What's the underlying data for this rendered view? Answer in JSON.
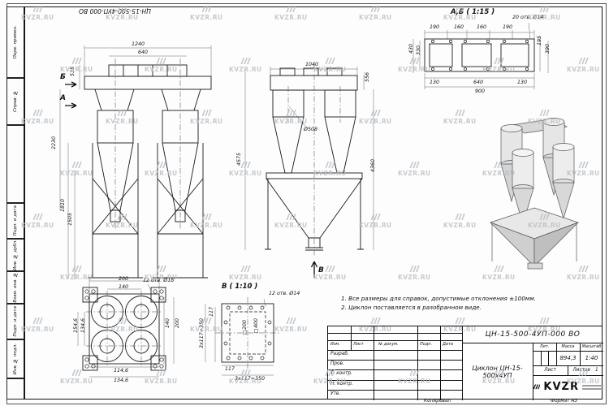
{
  "meta": {
    "doc_number_top": "ЦН-15-500-4УП-000 ВО"
  },
  "watermark": {
    "text": "KVZR.RU"
  },
  "frame": {
    "left_labels": [
      "Перв. примен.",
      "Справ. №",
      "Подп. и дата",
      "Инв. № дубл.",
      "Взам. инв. №",
      "Подп. и дата",
      "Инв. № подл."
    ],
    "copy_label": "Копировал",
    "format_label": "Формат А3"
  },
  "views": {
    "front": {
      "section_label_b": "Б",
      "section_label_a": "А",
      "dims": {
        "width_top": "1240",
        "width_inner": "640",
        "inlet_height": "535",
        "body_height": "2230",
        "legs_height_outer": "1810",
        "legs_height_inner": "1505"
      }
    },
    "elevation": {
      "section_label_v": "В",
      "dims": {
        "width_top": "1040",
        "box_height": "556",
        "cylinder_dia": "Ø508",
        "total_height": "4575",
        "height_to_flange": "4360"
      }
    },
    "section_ab": {
      "title": "А,Б ( 1:15 )",
      "holes_note": "20 отв. Ø14",
      "top_dims": [
        "190",
        "160",
        "160",
        "190"
      ],
      "left_dims": [
        "430",
        "330"
      ],
      "right_dims": [
        "195",
        "390"
      ],
      "bottom_dims": [
        "130",
        "640",
        "130"
      ],
      "bottom_total": "900"
    },
    "plan": {
      "holes_note": "12 отв. Ø18",
      "top_dims": [
        "200",
        "140"
      ],
      "right_dims": [
        "140",
        "200"
      ],
      "left_dims": [
        "154,6",
        "134,6"
      ],
      "bottom_dims": [
        "114,6",
        "134,6"
      ]
    },
    "flange_v": {
      "title": "В ( 1:10 )",
      "holes_note": "12 отв. Ø14",
      "left_dims": [
        "117",
        "3х117=350"
      ],
      "inner_dims": [
        "□200",
        "□400"
      ],
      "bottom_dims": [
        "117",
        "3х117=350"
      ]
    }
  },
  "notes": [
    "1. Все размеры для справок, допустимые отклонения ±100мм.",
    "2. Циклон поставляется в разобранном виде."
  ],
  "title_block": {
    "designation": "ЦН-15-500-4УП-000 ВО",
    "product_name": "Циклон ЦН-15-500х4УП",
    "header_cells": [
      "Изм.",
      "Лист",
      "№ докум.",
      "Подп.",
      "Дата"
    ],
    "role_rows": [
      "Разраб.",
      "Пров.",
      "Т. контр.",
      "Н. контр.",
      "Утв."
    ],
    "lit_label": "Лит.",
    "mass_label": "Масса",
    "scale_label": "Масштаб",
    "mass_value": "894,3",
    "scale_value": "1:40",
    "sheet_label": "Лист",
    "sheets_label": "Листов",
    "sheets_value": "1",
    "logo_text": "KVZR"
  }
}
